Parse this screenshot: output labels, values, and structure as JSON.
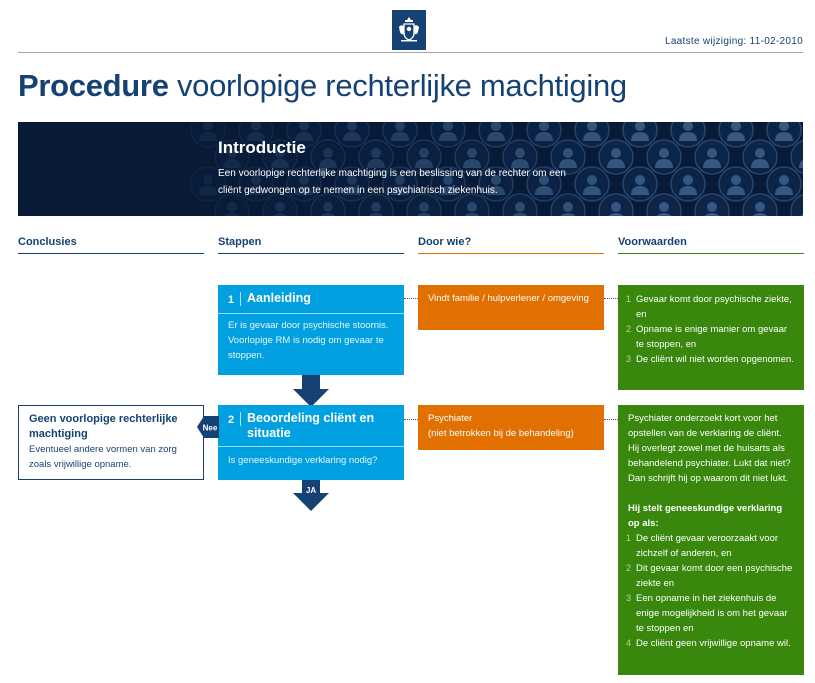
{
  "header": {
    "logo_icon": "coat-of-arms-icon",
    "last_change": "Laatste wijziging: 11-02-2010",
    "title_bold": "Procedure",
    "title_rest": " voorlopige rechterlijke machtiging"
  },
  "intro": {
    "title": "Introductie",
    "text": "Een voorlopige rechterlijke machtiging is een beslissing van de rechter om een cliënt gedwongen op te nemen in een psychiatrisch ziekenhuis."
  },
  "columns": {
    "conclusies": "Conclusies",
    "stappen": "Stappen",
    "door_wie": "Door wie?",
    "voorwaarden": "Voorwaarden"
  },
  "steps": [
    {
      "number": "1",
      "title": "Aanleiding",
      "description": "Er is gevaar door psychische stoornis. Voorlopige RM is nodig om gevaar te stoppen.",
      "who": "Vindt familie / hulpverlener / omgeving",
      "conditions": [
        {
          "number": "1",
          "text": "Gevaar komt door psychische ziekte,"
        },
        {
          "text": "en"
        },
        {
          "number": "2",
          "text": "Opname is enige manier om gevaar te stoppen, en"
        },
        {
          "number": "3",
          "text": "De cliënt wil niet worden opgenomen."
        }
      ]
    },
    {
      "number": "2",
      "title_line1": "Beoordeling cliënt en",
      "title_line2": "situatie",
      "description": "Is geneeskundige verklaring nodig?",
      "who_line1": "Psychiater",
      "who_line2": "(niet betrokken bij de behandeling)",
      "conditions_intro": "Psychiater onderzoekt kort voor het opstellen van de verklaring de cliënt. Hij overlegt zowel met de huisarts als behandelend psychiater. Lukt dat niet? Dan schrijft hij op waarom dit niet lukt.",
      "conditions_bold": "Hij stelt geneeskundige verklaring op als:",
      "conditions": [
        {
          "number": "1",
          "text": "De cliënt gevaar veroorzaakt voor zichzelf of anderen, en"
        },
        {
          "number": "2",
          "text": "Dit gevaar komt door een psychische ziekte en"
        },
        {
          "number": "3",
          "text": "Een opname in het ziekenhuis de enige mogelijkheid is om het gevaar te stoppen en"
        },
        {
          "number": "4",
          "text": "De cliënt geen vrijwillige opname wil."
        }
      ]
    }
  ],
  "conclusion": {
    "nee_label": "Nee",
    "title": "Geen voorlopige rechterlijke machtiging",
    "text": "Eventueel andere vormen van zorg zoals vrijwillige opname."
  },
  "ja_label": "JA",
  "colors": {
    "navy": "#154273",
    "banner": "#081a36",
    "blue": "#01a0e1",
    "orange": "#e17000",
    "green": "#39870c"
  }
}
